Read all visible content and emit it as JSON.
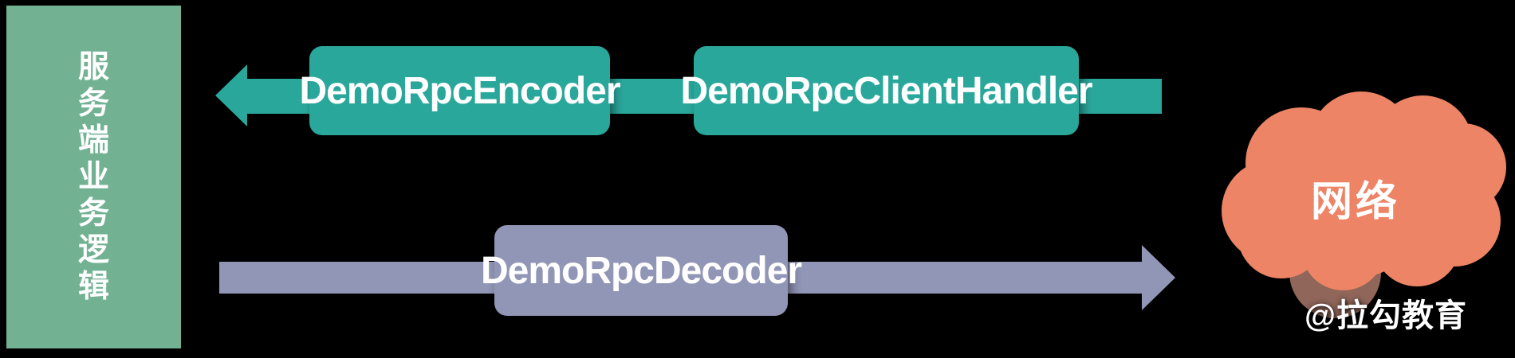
{
  "colors": {
    "background": "#000000",
    "green": "#72b293",
    "teal": "#2aa79b",
    "purple": "#9196b6",
    "orange": "#ec8465",
    "shadow_orange": "#a87868",
    "text": "#ffffff"
  },
  "server_box": {
    "label": "服务端业务逻辑"
  },
  "top_flow": {
    "direction": "left",
    "boxes": [
      {
        "label": "DemoRpcEncoder"
      },
      {
        "label": "DemoRpcClientHandler"
      }
    ]
  },
  "bottom_flow": {
    "direction": "right",
    "boxes": [
      {
        "label": "DemoRpcDecoder"
      }
    ]
  },
  "cloud": {
    "label": "网络"
  },
  "watermark": {
    "label": "@拉勾教育"
  }
}
